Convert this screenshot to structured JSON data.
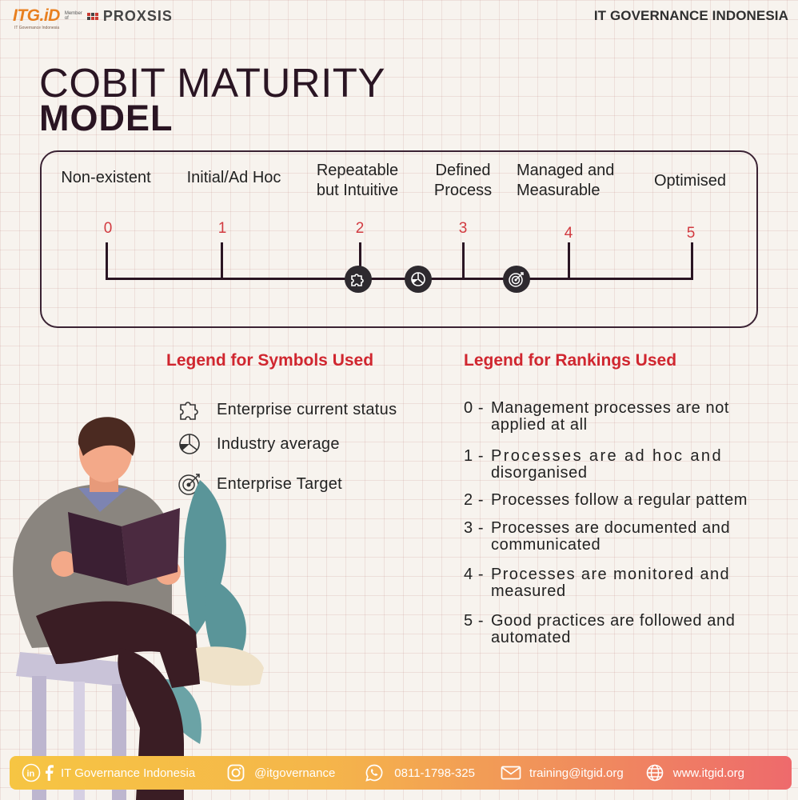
{
  "header": {
    "logo_main": "ITG.iD",
    "logo_sub": "IT Governance Indonesia",
    "member_of": "Member of",
    "partner_logo": "PROXSIS",
    "org_name": "IT GOVERNANCE INDONESIA"
  },
  "title": {
    "line1": "COBIT MATURITY",
    "line2": "MODEL"
  },
  "scale": {
    "levels": [
      {
        "number": "0",
        "name": "Non-existent"
      },
      {
        "number": "1",
        "name": "Initial/Ad Hoc"
      },
      {
        "number": "2",
        "name": "Repeatable but Intuitive"
      },
      {
        "number": "3",
        "name": "Defined Process"
      },
      {
        "number": "4",
        "name": "Managed and Measurable"
      },
      {
        "number": "5",
        "name": "Optimised"
      }
    ],
    "markers": [
      {
        "icon": "puzzle-icon",
        "meaning": "Enterprise current status"
      },
      {
        "icon": "pie-chart-icon",
        "meaning": "Industry average"
      },
      {
        "icon": "target-icon",
        "meaning": "Enterprise Target"
      }
    ]
  },
  "symbols_legend": {
    "title": "Legend for Symbols Used",
    "items": [
      {
        "icon": "puzzle-icon",
        "label": "Enterprise current status"
      },
      {
        "icon": "pie-chart-icon",
        "label": "Industry average"
      },
      {
        "icon": "target-icon",
        "label": "Enterprise Target"
      }
    ]
  },
  "rankings_legend": {
    "title": "Legend for Rankings Used",
    "items": [
      {
        "num": "0 -",
        "line1": "Management processes are not",
        "line2": "applied at all"
      },
      {
        "num": "1 -",
        "line1": "Processes are ad hoc and",
        "line2": "disorganised"
      },
      {
        "num": "2 -",
        "line1": "Processes follow a regular pattem",
        "line2": ""
      },
      {
        "num": "3 -",
        "line1": "Processes are documented and",
        "line2": "communicated"
      },
      {
        "num": "4 -",
        "line1": "Processes are monitored and",
        "line2": "measured"
      },
      {
        "num": "5 -",
        "line1": "Good practices are followed and",
        "line2": "automated"
      }
    ]
  },
  "footer": {
    "social_name": "IT Governance Indonesia",
    "instagram": "@itgovernance",
    "whatsapp": "0811-1798-325",
    "email": "training@itgid.org",
    "website": "www.itgid.org"
  },
  "colors": {
    "accent_red": "#d0262f",
    "title_dark": "#2a1523",
    "footer_start": "#f6c543",
    "footer_end": "#ee6a6c"
  }
}
